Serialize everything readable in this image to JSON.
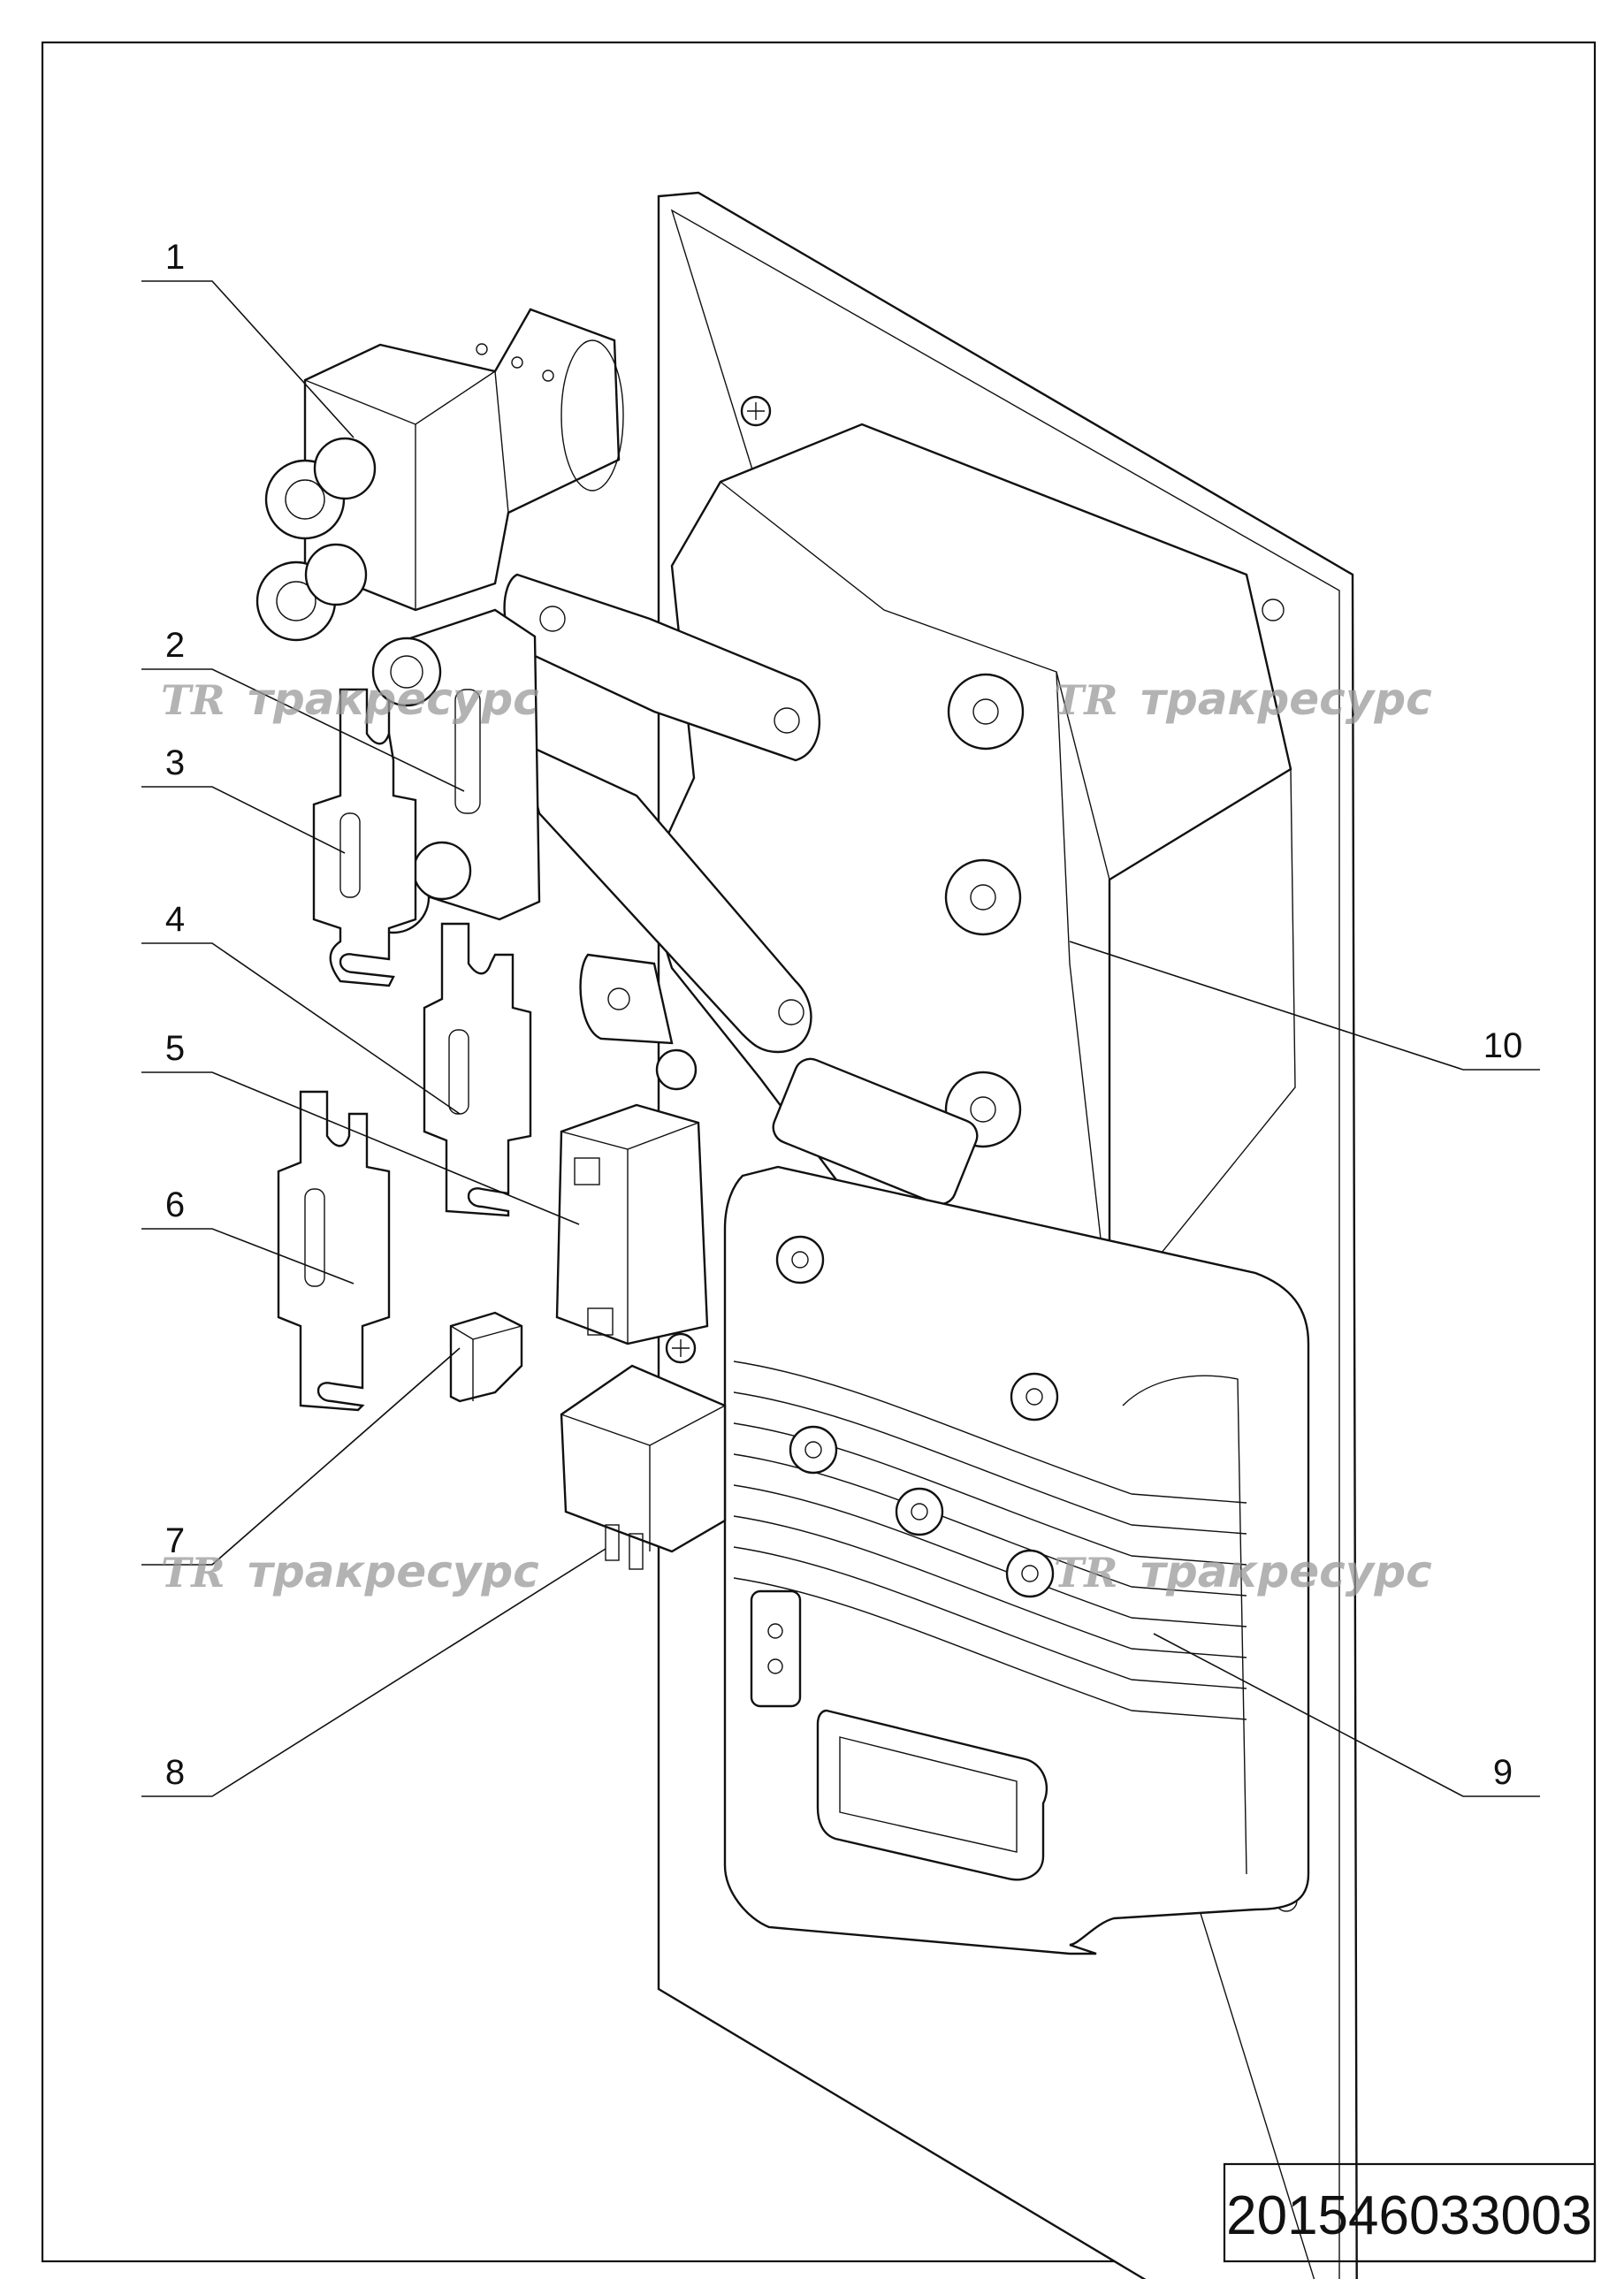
{
  "callouts": [
    {
      "id": "1",
      "label": "1"
    },
    {
      "id": "2",
      "label": "2"
    },
    {
      "id": "3",
      "label": "3"
    },
    {
      "id": "4",
      "label": "4"
    },
    {
      "id": "5",
      "label": "5"
    },
    {
      "id": "6",
      "label": "6"
    },
    {
      "id": "7",
      "label": "7"
    },
    {
      "id": "8",
      "label": "8"
    },
    {
      "id": "9",
      "label": "9"
    },
    {
      "id": "10",
      "label": "10"
    }
  ],
  "watermark": {
    "logo": "TR",
    "text": "тракресурс"
  },
  "document_number": "201546033003"
}
